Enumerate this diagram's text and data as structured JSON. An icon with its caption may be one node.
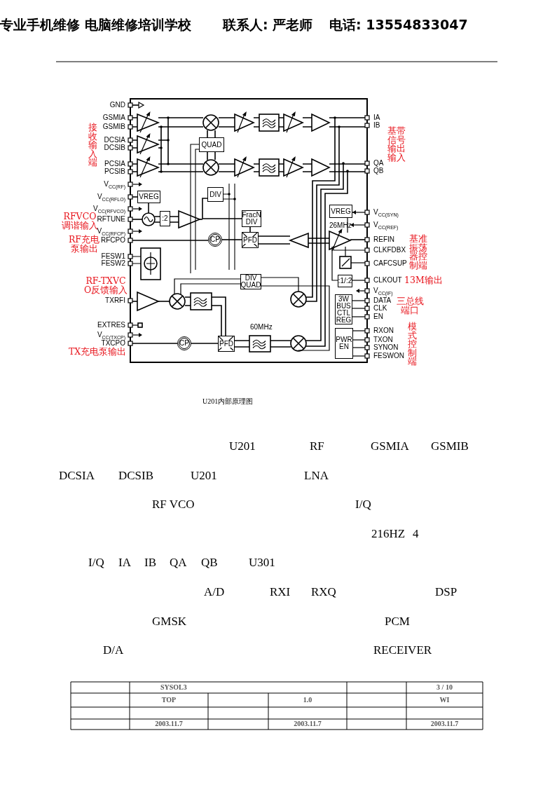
{
  "diagram": {
    "caption": "U201内部原理图",
    "nodes": [
      {
        "text": [
          "QUAD"
        ]
      },
      {
        "text": [
          "DIV"
        ]
      },
      {
        "text": [
          "VREG"
        ]
      },
      {
        "text": [
          "VREG"
        ]
      },
      {
        "text": [
          ":2"
        ]
      },
      {
        "text": [
          "FracN DIV"
        ]
      },
      {
        "text": [
          "CP"
        ]
      },
      {
        "text": [
          "PFD"
        ]
      },
      {
        "text": [
          ":1/:2"
        ]
      },
      {
        "text": [
          "DIV QUAD"
        ]
      },
      {
        "text": [
          "3W BUS CTL REG"
        ]
      },
      {
        "text": [
          "PWR EN"
        ]
      },
      {
        "text": [
          "CP"
        ]
      },
      {
        "text": [
          "PFD"
        ]
      }
    ],
    "edges": [
      {
        "from": 6,
        "to": 7,
        "arrow": "none"
      },
      {
        "from": 5,
        "to": 7,
        "arrow": "none"
      },
      {
        "from": 12,
        "to": 13,
        "arrow": "none"
      },
      {
        "from": 1,
        "to": 5,
        "arrow": "none"
      }
    ],
    "labels": [
      "专业手机维修 电脑维修培训学校",
      "联系人: 严老师",
      "电话: 13554833047",
      "GND",
      "GSMIA",
      "IA",
      "GSMIB",
      "IB",
      "接收输入端",
      "基带信号输出输入",
      "DCSIA",
      "DCSIB",
      "PCSIA",
      "QA",
      "PCSIB",
      "QB",
      "V$_{CC(RF)}$",
      "V$_{CC(RFLO)}$",
      "V$_{CC(RFVCO)}$",
      "V$_{CC(SYN)}$",
      "RFVCO调谐输入",
      "RFTUNE",
      "V$_{CC(REF)}$",
      "V$_{CC(RFCP)}$",
      "26MHz",
      "RF充电泵输出",
      "RFCPO",
      "REFIN",
      "基准振荡器控制端",
      "CLKFDBX",
      "FESW1",
      "FESW2",
      "CAFCSUP",
      "RF-TXVCO反馈输入",
      "CLKOUT",
      "13M输出",
      "V$_{CC(IF)}$",
      "TXRFI",
      "DATA",
      "三总线端口",
      "CLK",
      "EN",
      "模式控制端",
      "EXTRES",
      "60MHz",
      "RXON",
      "V$_{CC(TXCP)}$",
      "TXON",
      "TXCPO",
      "SYNON",
      "TX充电泵输出",
      "FESWON",
      "U201",
      "RF",
      "GSMIA",
      "GSMIB",
      "DCSIA",
      "DCSIB",
      "U201",
      "LNA",
      "RF VCO",
      "I/Q",
      "216HZ",
      "4",
      "I/Q",
      "IA",
      "IB",
      "QA",
      "QB",
      "U301",
      "A/D",
      "RXI",
      "RXQ",
      "DSP",
      "GMSK",
      "PCM",
      "D/A",
      "RECEIVER",
      "SYSOL3",
      "3 / 10",
      "TOP",
      "1.0",
      "WI",
      "2003.11.7",
      "2003.11.7",
      "2003.11.7"
    ]
  }
}
